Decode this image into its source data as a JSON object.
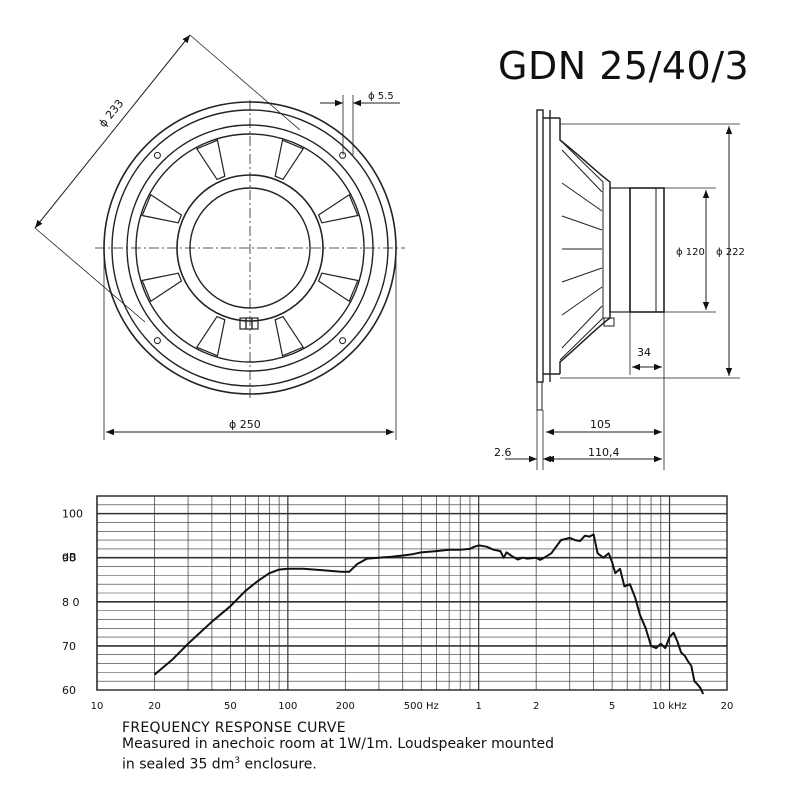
{
  "model": "GDN 25/40/3",
  "front_view": {
    "diagonal_dim": "ϕ 233",
    "hole_dim": "ϕ 5.5",
    "outer_dim": "ϕ 250"
  },
  "side_view": {
    "magnet_dim": "ϕ 120",
    "baffle_dim": "ϕ 222",
    "magnet_depth": "34",
    "depth_dim": "105",
    "total_depth_dim": "110,4",
    "flange_dim": "2.6"
  },
  "chart_data": {
    "type": "line",
    "title": "FREQUENCY RESPONSE CURVE",
    "ylabel": "dB",
    "xscale": "log",
    "ylim": [
      60,
      104
    ],
    "xlim": [
      10,
      20000
    ],
    "y_ticks": [
      {
        "v": 100,
        "label": "100"
      },
      {
        "v": 90,
        "label": "90"
      },
      {
        "v": 80,
        "label": "8 0"
      },
      {
        "v": 70,
        "label": "70"
      },
      {
        "v": 60,
        "label": "60"
      }
    ],
    "x_ticks": [
      {
        "v": 10,
        "label": "10"
      },
      {
        "v": 20,
        "label": "20"
      },
      {
        "v": 50,
        "label": "50"
      },
      {
        "v": 100,
        "label": "100"
      },
      {
        "v": 200,
        "label": "200"
      },
      {
        "v": 500,
        "label": "500 Hz"
      },
      {
        "v": 1000,
        "label": "1"
      },
      {
        "v": 2000,
        "label": "2"
      },
      {
        "v": 5000,
        "label": "5"
      },
      {
        "v": 10000,
        "label": "10 kHz"
      },
      {
        "v": 20000,
        "label": "20"
      }
    ],
    "series": [
      {
        "x": [
          20,
          25,
          30,
          40,
          50,
          60,
          70,
          80,
          90,
          100,
          120,
          150,
          170,
          190,
          210,
          230,
          260,
          300,
          350,
          400,
          450,
          500,
          600,
          700,
          800,
          900,
          950,
          1000,
          1100,
          1200,
          1300,
          1350,
          1400,
          1500,
          1600,
          1700,
          1800,
          2000,
          2100,
          2200,
          2400,
          2700,
          3000,
          3200,
          3400,
          3600,
          3800,
          4000,
          4200,
          4500,
          4800,
          5000,
          5200,
          5500,
          5800,
          6200,
          6600,
          7000,
          7500,
          8000,
          8500,
          9000,
          9500,
          10000,
          10500,
          11000,
          11500,
          12000,
          12500,
          13000,
          13500,
          14000,
          14500,
          15000
        ],
        "y": [
          63.5,
          67,
          70.5,
          75.5,
          79,
          82.5,
          84.8,
          86.5,
          87.3,
          87.5,
          87.5,
          87.2,
          87,
          86.8,
          86.8,
          88.5,
          89.8,
          90,
          90.2,
          90.5,
          90.8,
          91.2,
          91.5,
          91.8,
          91.8,
          92,
          92.5,
          92.8,
          92.5,
          91.8,
          91.5,
          90,
          91.2,
          90.3,
          89.6,
          90,
          89.8,
          90,
          89.5,
          90,
          91,
          94,
          94.5,
          94,
          93.8,
          95,
          94.8,
          95.3,
          91,
          90,
          91,
          89,
          86.5,
          87.5,
          83.5,
          84,
          81,
          77,
          74,
          70,
          69.5,
          70.5,
          69.5,
          72,
          73,
          71,
          68.5,
          67.8,
          66.5,
          65.5,
          62,
          61.3,
          60.5,
          58
        ]
      }
    ]
  },
  "caption": {
    "title": "FREQUENCY RESPONSE CURVE",
    "line1": "Measured in anechoic room at 1W/1m. Loudspeaker mounted",
    "line2_main": "in sealed 35 dm",
    "line2_sup": "3",
    "line2_end": " enclosure."
  }
}
